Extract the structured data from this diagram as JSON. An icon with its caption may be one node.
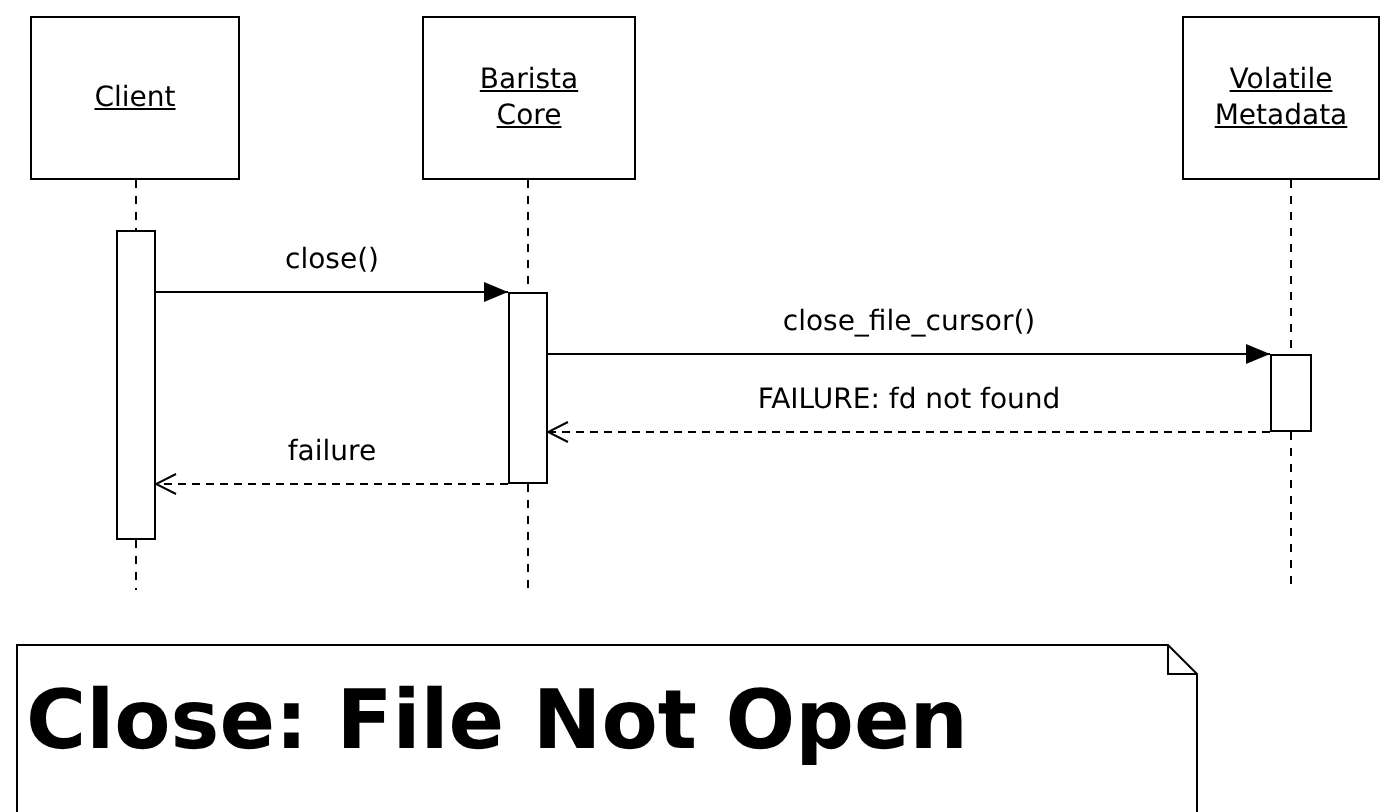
{
  "diagram": {
    "title": "Close: File Not Open",
    "nodes": [
      {
        "text": [
          "Client"
        ]
      },
      {
        "text": [
          "Barista Core"
        ]
      },
      {
        "text": [
          "Volatile Metadata"
        ]
      },
      {
        "text": [],
        "shape": "bar"
      },
      {
        "text": [],
        "shape": "bar"
      },
      {
        "text": [],
        "shape": "bar"
      }
    ],
    "edges": [
      {
        "from": 0,
        "to": 3,
        "arrow": "none",
        "style": "dashed"
      },
      {
        "from": 1,
        "to": 4,
        "arrow": "none",
        "style": "dashed"
      },
      {
        "from": 2,
        "to": 5,
        "arrow": "none",
        "style": "dashed"
      },
      {
        "from": 3,
        "to": null,
        "arrow": "none",
        "style": "dashed"
      },
      {
        "from": 4,
        "to": null,
        "arrow": "none",
        "style": "dashed"
      },
      {
        "from": 5,
        "to": null,
        "arrow": "none",
        "style": "dashed"
      },
      {
        "from": 3,
        "to": 4,
        "arrow": "to",
        "label": "close()"
      },
      {
        "from": 4,
        "to": 5,
        "arrow": "to",
        "label": "close_file_cursor()"
      },
      {
        "from": 5,
        "to": 4,
        "arrow": "to",
        "label": "FAILURE: fd not found",
        "style": "dashed"
      },
      {
        "from": 4,
        "to": 3,
        "arrow": "to",
        "label": "failure",
        "style": "dashed"
      }
    ]
  }
}
